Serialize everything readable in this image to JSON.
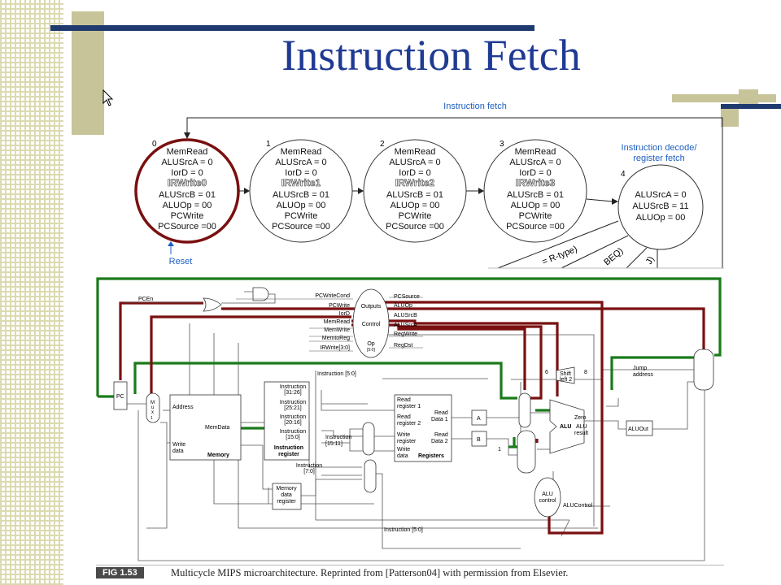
{
  "title": "Instruction Fetch",
  "fsm": {
    "header": "Instruction fetch",
    "reset_label": "Reset",
    "decode_label_1": "Instruction decode/",
    "decode_label_2": "register fetch",
    "states": [
      {
        "num": "0",
        "lines": [
          "MemRead",
          "ALUSrcA = 0",
          "IorD = 0",
          "IRWrite0",
          "ALUSrcB = 01",
          "ALUOp = 00",
          "PCWrite",
          "PCSource =00"
        ]
      },
      {
        "num": "1",
        "lines": [
          "MemRead",
          "ALUSrcA = 0",
          "IorD = 0",
          "IRWrite1",
          "ALUSrcB = 01",
          "ALUOp = 00",
          "PCWrite",
          "PCSource =00"
        ]
      },
      {
        "num": "2",
        "lines": [
          "MemRead",
          "ALUSrcA = 0",
          "IorD = 0",
          "IRWrite2",
          "ALUSrcB = 01",
          "ALUOp = 00",
          "PCWrite",
          "PCSource =00"
        ]
      },
      {
        "num": "3",
        "lines": [
          "MemRead",
          "ALUSrcA = 0",
          "IorD = 0",
          "IRWrite3",
          "ALUSrcB = 01",
          "ALUOp = 00",
          "PCWrite",
          "PCSource =00"
        ]
      },
      {
        "num": "4",
        "lines": [
          "ALUSrcA = 0",
          "ALUSrcB = 11",
          "ALUOp = 00"
        ]
      }
    ],
    "branch_labels": [
      "= R-type)",
      "BEQ)",
      "J)"
    ]
  },
  "datapath": {
    "pcen": "PCEn",
    "pc": "PC",
    "control_signals_left": [
      "PCWriteCond",
      "PCWrite",
      "IorD",
      "MemRead",
      "MemWrite",
      "MemtoReg",
      "IRWrite[3:0]"
    ],
    "control_signals_right": [
      "PCSource",
      "ALUOp",
      "ALUSrcB",
      "ALUSrcA",
      "RegWrite",
      "RegDst"
    ],
    "control_unit": [
      "Outputs",
      "Control",
      "Op",
      "[5:0]"
    ],
    "memory": {
      "address": "Address",
      "memdata": "MemData",
      "write": "Write",
      "data": "data",
      "name": "Memory"
    },
    "ir": {
      "f1": "Instruction",
      "f1b": "[31:26]",
      "f2": "Instruction",
      "f2b": "[25:21]",
      "f3": "Instruction",
      "f3b": "[20:16]",
      "f4": "Instruction",
      "f4b": "[15:0]",
      "n1": "Instruction",
      "n2": "register",
      "i70": "Instruction",
      "i70b": "[7:0]"
    },
    "inst_5_0_top": "Instruction [5:0]",
    "inst_15_11a": "Instruction",
    "inst_15_11b": "[15:11]",
    "mdr": [
      "Memory",
      "data",
      "register"
    ],
    "regfile": {
      "rr1a": "Read",
      "rr1b": "register 1",
      "rr2a": "Read",
      "rr2b": "register 2",
      "wra": "Write",
      "wrb": "register",
      "wda": "Write",
      "wdb": "data",
      "rd1a": "Read",
      "rd1b": "Data 1",
      "rd2a": "Read",
      "rd2b": "Data 2",
      "name": "Registers"
    },
    "reg_a": "A",
    "reg_b": "B",
    "shift2": [
      "Shift",
      "left 2"
    ],
    "bits6": "6",
    "bits8": "8",
    "jump": [
      "Jump",
      "address"
    ],
    "alu": {
      "zero": "Zero",
      "alu": "ALU",
      "alu2": "ALU",
      "result": "result"
    },
    "aluout": "ALUOut",
    "alucontrol_box": [
      "ALU",
      "control"
    ],
    "alucontrol_out": "ALUControl",
    "inst_5_0_bottom": "Instruction [5:0]",
    "const_one": "1",
    "mux_letters": [
      "M",
      "u",
      "x"
    ]
  },
  "caption": {
    "fig": "FIG 1.53",
    "text": "Multicycle MIPS microarchitecture. Reprinted from [Patterson04] with permission from Elsevier."
  },
  "colors": {
    "title": "#1f3a93",
    "dark_red": "#7a1010",
    "green": "#1a7a1a",
    "blue": "#1f5fbf",
    "olive": "#c8c49a",
    "navy": "#1f3a6e"
  }
}
